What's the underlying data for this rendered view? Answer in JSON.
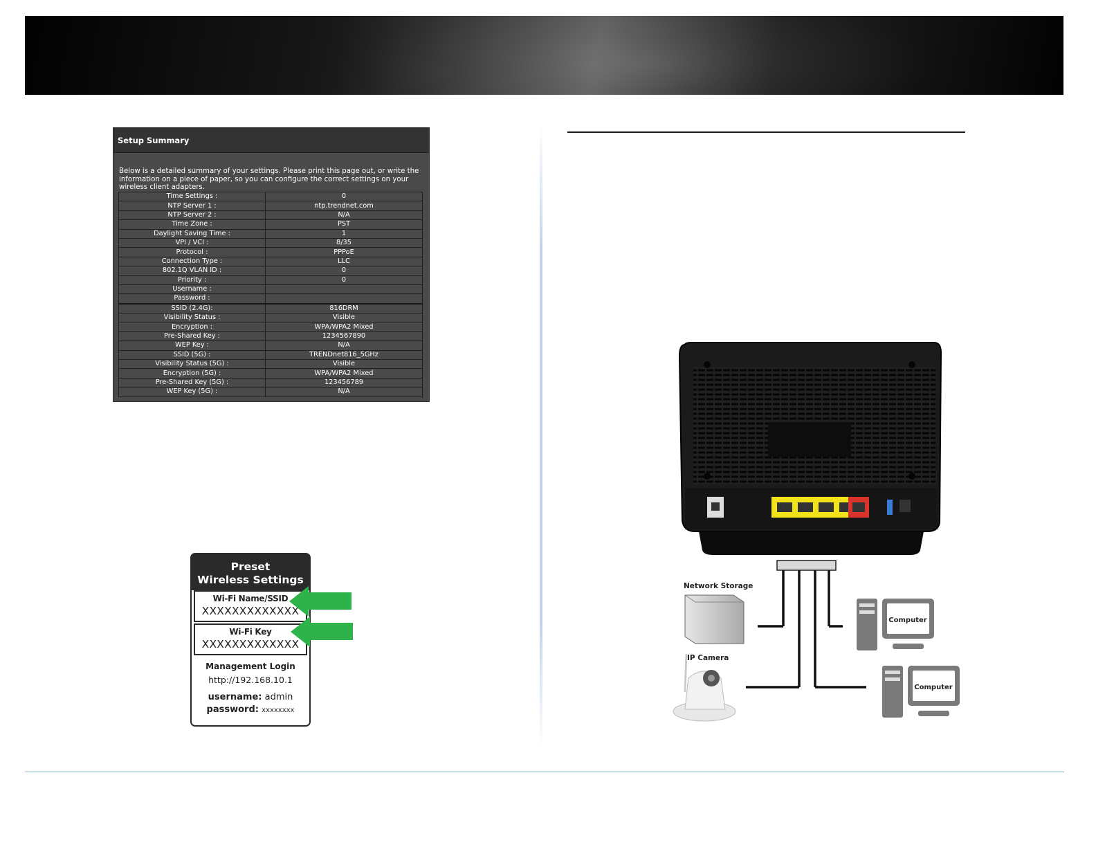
{
  "summary": {
    "title": "Setup Summary",
    "description": "Below is a detailed summary of your settings. Please print this page out, or write the information on a piece of paper, so you can configure the correct settings on your wireless client adapters.",
    "rows": [
      {
        "key": "Time Settings :",
        "value": "0"
      },
      {
        "key": "NTP Server 1 :",
        "value": "ntp.trendnet.com"
      },
      {
        "key": "NTP Server 2 :",
        "value": "N/A"
      },
      {
        "key": "Time Zone :",
        "value": "PST"
      },
      {
        "key": "Daylight Saving Time :",
        "value": "1"
      },
      {
        "key": "VPI / VCI :",
        "value": "8/35"
      },
      {
        "key": "Protocol :",
        "value": "PPPoE"
      },
      {
        "key": "Connection Type :",
        "value": "LLC"
      },
      {
        "key": "802.1Q VLAN ID :",
        "value": "0"
      },
      {
        "key": "Priority :",
        "value": "0"
      },
      {
        "key": "Username :",
        "value": ""
      },
      {
        "key": "Password :",
        "value": ""
      },
      {
        "key": "SSID (2.4G):",
        "value": "816DRM"
      },
      {
        "key": "Visibility Status :",
        "value": "Visible"
      },
      {
        "key": "Encryption :",
        "value": "WPA/WPA2 Mixed"
      },
      {
        "key": "Pre-Shared Key :",
        "value": "1234567890"
      },
      {
        "key": "WEP Key :",
        "value": "N/A"
      },
      {
        "key": "SSID (5G) :",
        "value": "TRENDnet816_5GHz"
      },
      {
        "key": "Visibility Status (5G) :",
        "value": "Visible"
      },
      {
        "key": "Encryption (5G) :",
        "value": "WPA/WPA2 Mixed"
      },
      {
        "key": "Pre-Shared Key (5G) :",
        "value": "123456789"
      },
      {
        "key": "WEP Key (5G) :",
        "value": "N/A"
      }
    ]
  },
  "sticker": {
    "title_line1": "Preset",
    "title_line2": "Wireless Settings",
    "ssid_label": "Wi-Fi Name/SSID",
    "ssid_value": "XXXXXXXXXXXXX",
    "key_label": "Wi-Fi Key",
    "key_value": "XXXXXXXXXXXXX",
    "mgmt_label": "Management Login",
    "mgmt_url": "http://192.168.10.1",
    "username_label": "username:",
    "username_value": "admin",
    "password_label": "password:",
    "password_value": "xxxxxxxx",
    "arrow_color": "#2db34a"
  },
  "diagram": {
    "network_storage_label": "Network Storage",
    "ip_camera_label": "IP Camera",
    "computer1_label": "Computer",
    "computer2_label": "Computer",
    "lan_port_color": "#f2e21a",
    "wan_port_color": "#d9342b"
  }
}
